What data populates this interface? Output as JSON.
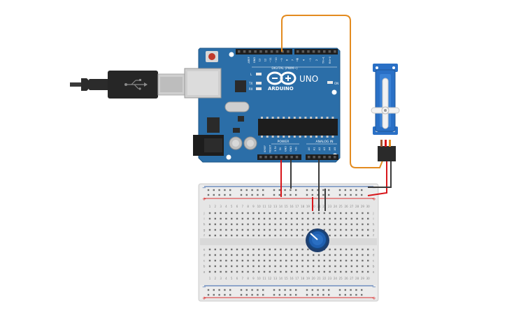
{
  "canvas": {
    "background": "#ffffff"
  },
  "colors": {
    "board": "#2b6ea8",
    "board_dark": "#1f5787",
    "breadboard": "#e9e9e9",
    "rail_red": "#d92b2b",
    "rail_blue": "#2f5ea8",
    "wire_orange": "#e38b1f",
    "wire_red": "#d8161b",
    "wire_black": "#3a3a3a",
    "servo_blue": "#2a70c6",
    "pot_blue": "#1f5fb0"
  },
  "arduino": {
    "brand": "ARDUINO",
    "model": "UNO",
    "digital_header_label": "DIGITAL (PWM~)",
    "power_label": "POWER",
    "analog_label": "ANALOG IN",
    "led_labels": [
      "L",
      "TX",
      "RX"
    ],
    "on_label": "ON",
    "digital_pins": [
      "AREF",
      "GND",
      "13",
      "12",
      "~11",
      "~10",
      "~9",
      "8",
      "7",
      "~6",
      "~5",
      "4",
      "~3",
      "2",
      "TX→1",
      "RX←0"
    ],
    "power_pins": [
      "IOREF",
      "RESET",
      "3.3V",
      "5V",
      "GND",
      "GND",
      "Vin"
    ],
    "analog_pins": [
      "A0",
      "A1",
      "A2",
      "A3",
      "A4",
      "A5"
    ]
  },
  "usb": {
    "icon": "usb-plug-icon"
  },
  "servo": {
    "icon": "servo-horn-icon"
  },
  "potentiometer": {
    "icon": "knob-icon"
  },
  "breadboard": {
    "column_numbers": [
      "1",
      "2",
      "3",
      "4",
      "5",
      "6",
      "7",
      "8",
      "9",
      "10",
      "11",
      "12",
      "13",
      "14",
      "15",
      "16",
      "17",
      "18",
      "19",
      "20",
      "21",
      "22",
      "23",
      "24",
      "25",
      "26",
      "27",
      "28",
      "29",
      "30"
    ],
    "row_letters_top": [
      "j",
      "i",
      "h",
      "g",
      "f"
    ],
    "row_letters_bottom": [
      "e",
      "d",
      "c",
      "b",
      "a"
    ],
    "rail_plus": "+",
    "rail_minus": "−"
  }
}
